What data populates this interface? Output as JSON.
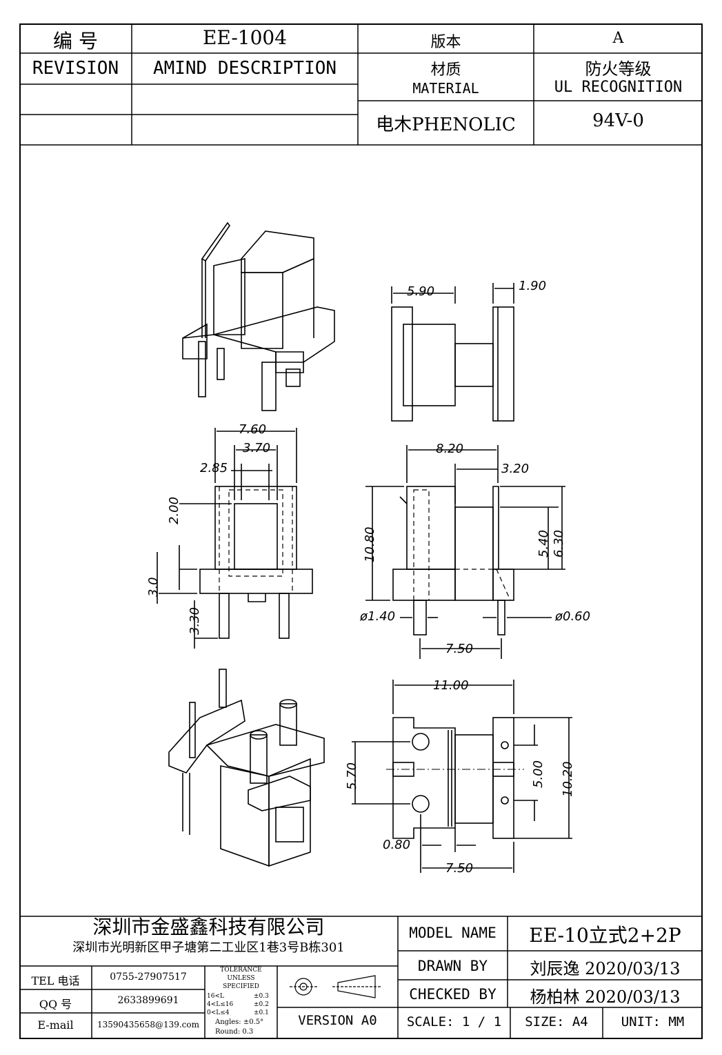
{
  "header": {
    "number_label": "编  号",
    "number_value": "EE-1004",
    "version_label": "版本",
    "version_value": "A",
    "revision_label": "REVISION",
    "amend_label": "AMIND DESCRIPTION",
    "material_label_cn": "材质",
    "material_label_en": "MATERIAL",
    "fire_label_cn": "防火等级",
    "fire_label_en": "UL RECOGNITION",
    "material_value": "电木PHENOLIC",
    "fire_value": "94V-0"
  },
  "dimensions": {
    "top_right_a": "5.90",
    "top_right_b": "1.90",
    "front_width": "7.60",
    "front_inner": "3.70",
    "front_offset": "2.85",
    "front_h1": "2.00",
    "front_h2": "3.0",
    "front_h3": "3.30",
    "side_width": "8.20",
    "side_flange": "3.20",
    "side_height": "10.80",
    "side_h1": "5.40",
    "side_h2": "6.30",
    "side_pin_big": "ø1.40",
    "side_pin_small": "ø0.60",
    "side_pitch": "7.50",
    "bottom_width": "11.00",
    "bottom_h1": "5.70",
    "bottom_h2": "5.00",
    "bottom_h3": "10.20",
    "bottom_gap": "0.80",
    "bottom_pitch": "7.50"
  },
  "footer": {
    "company": "深圳市金盛鑫科技有限公司",
    "address": "深圳市光明新区甲子塘第二工业区1巷3号B栋301",
    "tel_label": "TEL 电话",
    "tel_value": "0755-27907517",
    "qq_label": "QQ  号",
    "qq_value": "2633899691",
    "email_label": "E-mail",
    "email_value": "13590435658@139.com",
    "tol_title1": "TOLERANCE",
    "tol_title2": "UNLESS",
    "tol_title3": "SPECIFIED",
    "tol_r1a": "16<L",
    "tol_r1b": "±0.3",
    "tol_r2a": "4<L≤16",
    "tol_r2b": "±0.2",
    "tol_r3a": "0<L≤4",
    "tol_r3b": "±0.1",
    "tol_angles": "Angles: ±0.5°",
    "tol_round": "Round: 0.3",
    "version": "VERSION A0",
    "model_label": "MODEL NAME",
    "model_value": "EE-10立式2+2P",
    "drawn_label": "DRAWN BY",
    "drawn_value": "刘辰逸  2020/03/13",
    "checked_label": "CHECKED BY",
    "checked_value": "杨柏林  2020/03/13",
    "scale": "SCALE:  1 / 1",
    "size": "SIZE:  A4",
    "unit": "UNIT:  MM"
  }
}
